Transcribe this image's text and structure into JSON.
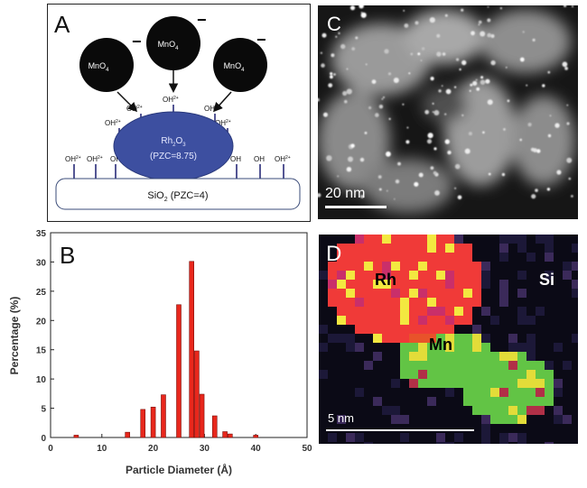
{
  "panel_a": {
    "label": "A",
    "ions": [
      {
        "name": "MnO",
        "sub": "4",
        "charge": "−"
      },
      {
        "name": "MnO",
        "sub": "4",
        "charge": "−"
      },
      {
        "name": "MnO",
        "sub": "4",
        "charge": "−"
      }
    ],
    "hydroxyl": {
      "name": "OH",
      "sup": "2+"
    },
    "hydroxyl_plain": "OH",
    "particle": {
      "name": "Rh",
      "sub1": "2",
      "mid": "O",
      "sub2": "3",
      "pzc": "(PZC=8.75)"
    },
    "support": {
      "name": "SiO",
      "sub": "2",
      "pzc": " (PZC=4)"
    }
  },
  "chart_data": {
    "type": "bar",
    "label": "B",
    "title": "",
    "xlabel": "Particle Diameter (Å)",
    "ylabel": "Percentage (%)",
    "xlim": [
      0,
      50
    ],
    "ylim": [
      0,
      35
    ],
    "xticks": [
      0,
      10,
      20,
      30,
      40,
      50
    ],
    "yticks": [
      0,
      5,
      10,
      15,
      20,
      25,
      30,
      35
    ],
    "x": [
      5,
      15,
      18,
      20,
      22,
      25,
      27.5,
      28.5,
      29.5,
      32,
      34,
      35,
      40
    ],
    "values": [
      0.4,
      0.9,
      4.8,
      5.2,
      7.3,
      22.7,
      30.1,
      14.8,
      7.4,
      3.7,
      1.0,
      0.6,
      0.4
    ],
    "bar_color": "#e8271c",
    "grid": false
  },
  "panel_c": {
    "label": "C",
    "scale": "20 nm"
  },
  "panel_d": {
    "label": "D",
    "scale": "5 nm",
    "elements": [
      "Rh",
      "Mn",
      "Si"
    ]
  }
}
